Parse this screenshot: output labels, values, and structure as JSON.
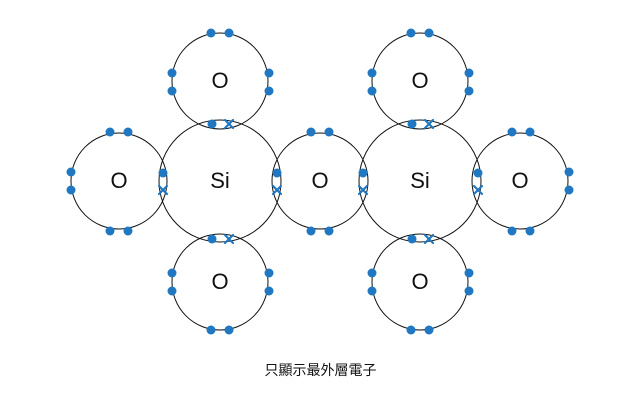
{
  "atoms": [
    {
      "id": "si-left",
      "symbol": "Si"
    },
    {
      "id": "si-right",
      "symbol": "Si"
    },
    {
      "id": "o-left-top",
      "symbol": "O"
    },
    {
      "id": "o-left-bottom",
      "symbol": "O"
    },
    {
      "id": "o-far-left",
      "symbol": "O"
    },
    {
      "id": "o-bridge",
      "symbol": "O"
    },
    {
      "id": "o-right-top",
      "symbol": "O"
    },
    {
      "id": "o-right-bottom",
      "symbol": "O"
    },
    {
      "id": "o-far-right",
      "symbol": "O"
    }
  ],
  "caption": "只顯示最外層電子",
  "colors": {
    "electron": "#1f78c1",
    "ring": "#111111",
    "text": "#111111"
  }
}
